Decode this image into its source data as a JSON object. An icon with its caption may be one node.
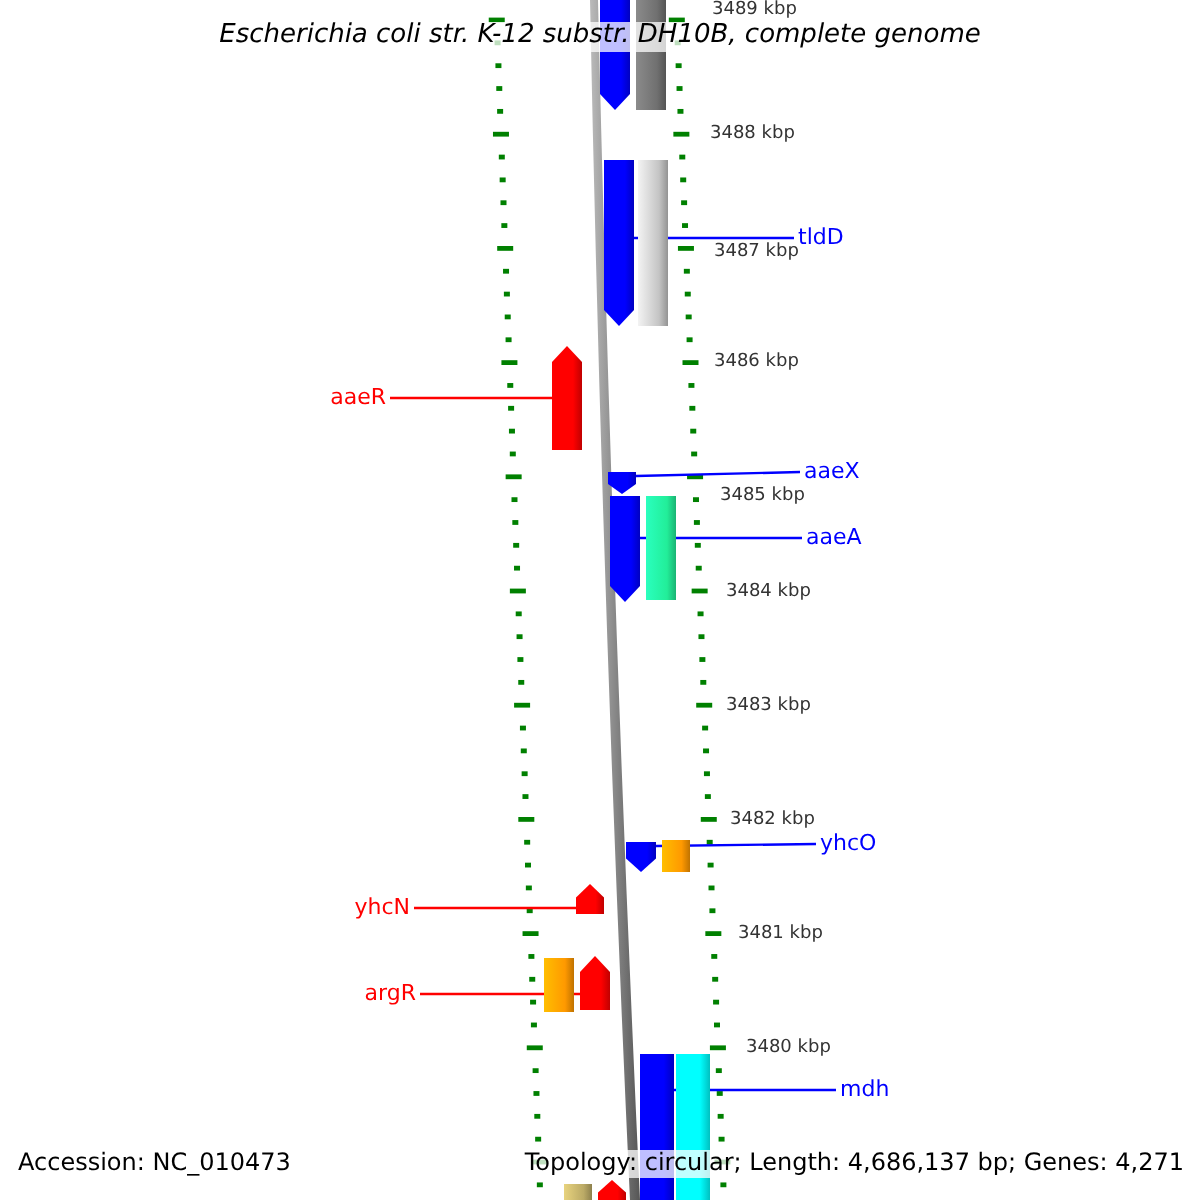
{
  "diagram": {
    "title": "Escherichia coli str. K-12 substr. DH10B, complete genome",
    "nodes": [
      {
        "text": [
          "tldD"
        ]
      },
      {
        "text": [
          "aaeR"
        ]
      },
      {
        "text": [
          "aaeX"
        ]
      },
      {
        "text": [
          "aaeA"
        ]
      },
      {
        "text": [
          "yhcO"
        ]
      },
      {
        "text": [
          "yhcN"
        ]
      },
      {
        "text": [
          "argR"
        ]
      },
      {
        "text": [
          "mdh"
        ]
      },
      {
        "text": [],
        "shape": "pentagon"
      },
      {
        "text": [],
        "shape": "bar"
      },
      {
        "text": [],
        "shape": "pentagon"
      },
      {
        "text": [],
        "shape": "bar"
      },
      {
        "text": [],
        "shape": "pentagon"
      },
      {
        "text": [],
        "shape": "pentagon"
      },
      {
        "text": [],
        "shape": "pentagon"
      },
      {
        "text": [],
        "shape": "bar"
      },
      {
        "text": [],
        "shape": "pentagon"
      },
      {
        "text": [],
        "shape": "bar"
      },
      {
        "text": [],
        "shape": "pentagon"
      },
      {
        "text": [],
        "shape": "bar"
      },
      {
        "text": [],
        "shape": "pentagon"
      },
      {
        "text": [],
        "shape": "bar"
      },
      {
        "text": [],
        "shape": "bar"
      },
      {
        "text": [],
        "shape": "bar"
      },
      {
        "text": [],
        "shape": "pentagon"
      }
    ],
    "edges": [
      {
        "from": 0,
        "to": 10,
        "arrow": "none"
      },
      {
        "from": 1,
        "to": 12,
        "arrow": "none",
        "color": "#ff0000"
      },
      {
        "from": 2,
        "to": 13,
        "arrow": "none"
      },
      {
        "from": 3,
        "to": 14,
        "arrow": "none"
      },
      {
        "from": 4,
        "to": 16,
        "arrow": "none"
      },
      {
        "from": 5,
        "to": 18,
        "arrow": "none",
        "color": "#ff0000"
      },
      {
        "from": 6,
        "to": 20,
        "arrow": "none",
        "color": "#ff0000"
      },
      {
        "from": 7,
        "to": 21,
        "arrow": "none"
      }
    ],
    "labels": [
      "3489 kbp",
      "3488 kbp",
      "3487 kbp",
      "3486 kbp",
      "3485 kbp",
      "3484 kbp",
      "3483 kbp",
      "3482 kbp",
      "3481 kbp",
      "3480 kbp",
      "Accession: NC_010473",
      "Topology: circular; Length: 4,686,137 bp; Genes: 4,271"
    ]
  }
}
